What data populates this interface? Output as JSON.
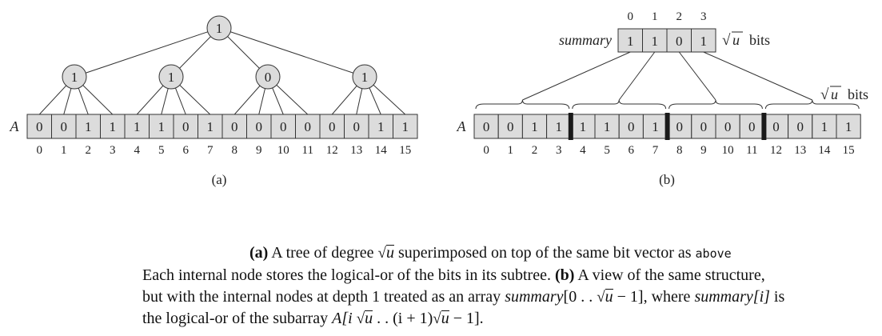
{
  "panel_a": {
    "root_value": "1",
    "level1_values": [
      "1",
      "1",
      "0",
      "1"
    ],
    "array_label": "A",
    "bits": [
      "0",
      "0",
      "1",
      "1",
      "1",
      "1",
      "0",
      "1",
      "0",
      "0",
      "0",
      "0",
      "0",
      "0",
      "1",
      "1"
    ],
    "indices": [
      "0",
      "1",
      "2",
      "3",
      "4",
      "5",
      "6",
      "7",
      "8",
      "9",
      "10",
      "11",
      "12",
      "13",
      "14",
      "15"
    ],
    "caption": "(a)"
  },
  "panel_b": {
    "summary_label": "summary",
    "summary_bits": [
      "1",
      "1",
      "0",
      "1"
    ],
    "summary_indices": [
      "0",
      "1",
      "2",
      "3"
    ],
    "summary_size_label": "u bits",
    "cluster_size_label": "u bits",
    "array_label": "A",
    "bits": [
      "0",
      "0",
      "1",
      "1",
      "1",
      "1",
      "0",
      "1",
      "0",
      "0",
      "0",
      "0",
      "0",
      "0",
      "1",
      "1"
    ],
    "indices": [
      "0",
      "1",
      "2",
      "3",
      "4",
      "5",
      "6",
      "7",
      "8",
      "9",
      "10",
      "11",
      "12",
      "13",
      "14",
      "15"
    ],
    "caption": "(b)"
  },
  "caption_text": {
    "l1_bold": "(a)",
    "l1_a": " A tree of degree ",
    "l1_u": "u",
    "l1_b": " superimposed on top of the same bit vector as ",
    "l1_mono": "above",
    "l2_a": "Each internal node stores the logical-or of the bits in its subtree. ",
    "l2_bold": "(b)",
    "l2_b": " A view of the same structure,",
    "l3_a": "but with the internal nodes at depth 1 treated as an array ",
    "l3_summary": "summary",
    "l3_b": "[0 . . ",
    "l3_u": "u",
    "l3_c": " − 1], where ",
    "l3_summary2": "summary",
    "l3_i": "[i]",
    "l3_d": " is",
    "l4_a": "the logical-or of the subarray ",
    "l4_A": "A",
    "l4_b": "[i ",
    "l4_u": "u",
    "l4_c": " . . (i + 1)",
    "l4_u2": "u",
    "l4_d": " − 1]."
  }
}
